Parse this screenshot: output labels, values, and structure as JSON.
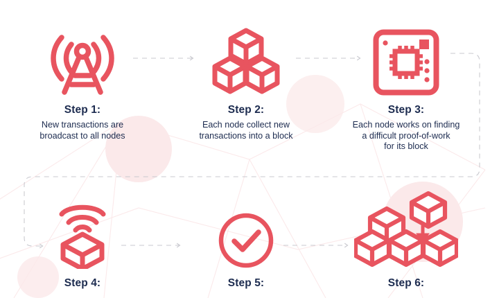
{
  "theme": {
    "accent": "#e8545f",
    "heading_color": "#1c2b4f",
    "body_color": "#1c2b4f",
    "background": "#ffffff",
    "connector_color": "#c9c9cf",
    "decor_color": "#fbe9ea"
  },
  "steps": [
    {
      "id": "step-1",
      "icon": "broadcast-tower-icon",
      "title": "Step 1:",
      "description": "New transactions are\nbroadcast to all nodes"
    },
    {
      "id": "step-2",
      "icon": "three-blocks-icon",
      "title": "Step 2:",
      "description": "Each node collect new\ntransactions into a block"
    },
    {
      "id": "step-3",
      "icon": "cpu-chip-icon",
      "title": "Step 3:",
      "description": "Each node works on finding\na difficult proof-of-work\nfor its block"
    },
    {
      "id": "step-4",
      "icon": "block-broadcast-icon",
      "title": "Step 4:",
      "description": ""
    },
    {
      "id": "step-5",
      "icon": "check-circle-icon",
      "title": "Step 5:",
      "description": ""
    },
    {
      "id": "step-6",
      "icon": "blockchain-stack-icon",
      "title": "Step 6:",
      "description": ""
    }
  ]
}
